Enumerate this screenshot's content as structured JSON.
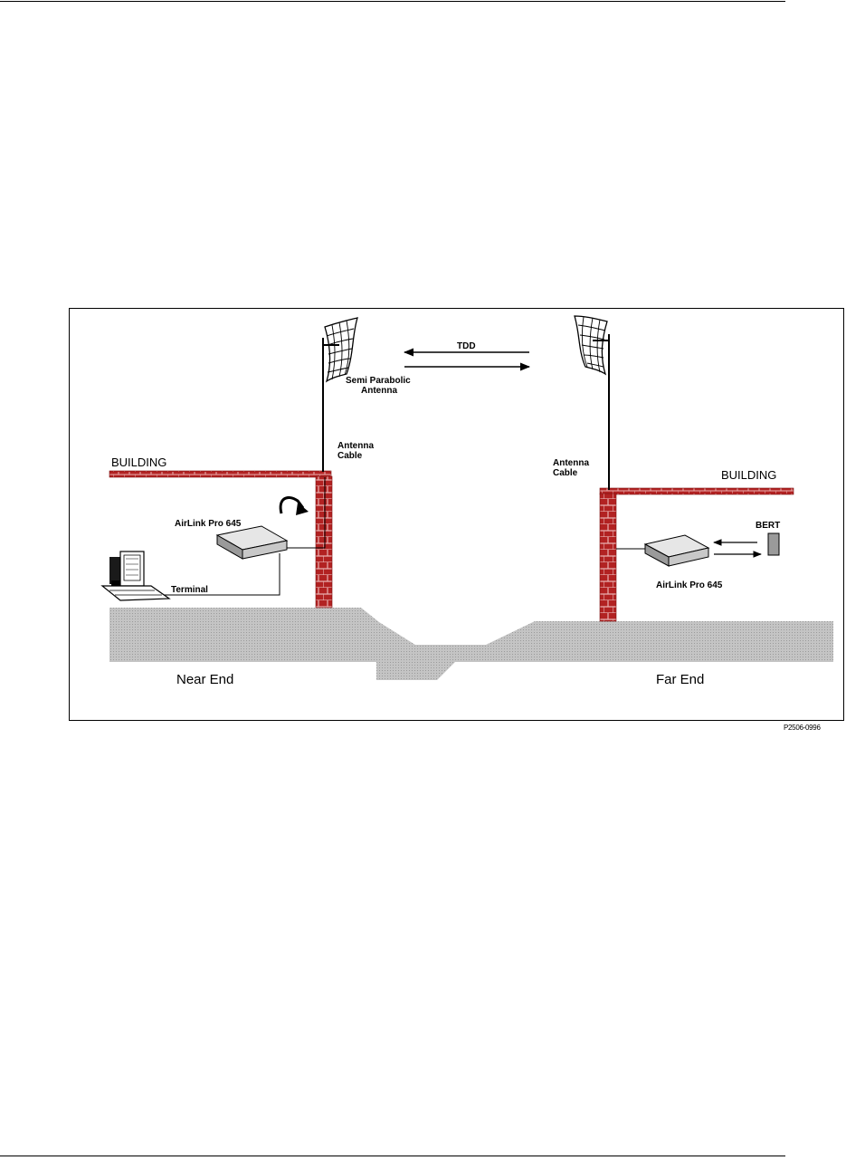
{
  "diagram": {
    "labels": {
      "building_left": "BUILDING",
      "building_right": "BUILDING",
      "tdd": "TDD",
      "antenna_line1": "Semi Parabolic",
      "antenna_line2": "Antenna",
      "cable_left_line1": "Antenna",
      "cable_left_line2": "Cable",
      "cable_right_line1": "Antenna",
      "cable_right_line2": "Cable",
      "unit_left": "AirLink Pro 645",
      "unit_right": "AirLink Pro 645",
      "terminal": "Terminal",
      "bert": "BERT",
      "near_end": "Near End",
      "far_end": "Far End"
    },
    "figure_id": "P2506-0996"
  },
  "colors": {
    "brick": "#b22222",
    "ground": "#bdbdbd",
    "line": "#000000"
  }
}
